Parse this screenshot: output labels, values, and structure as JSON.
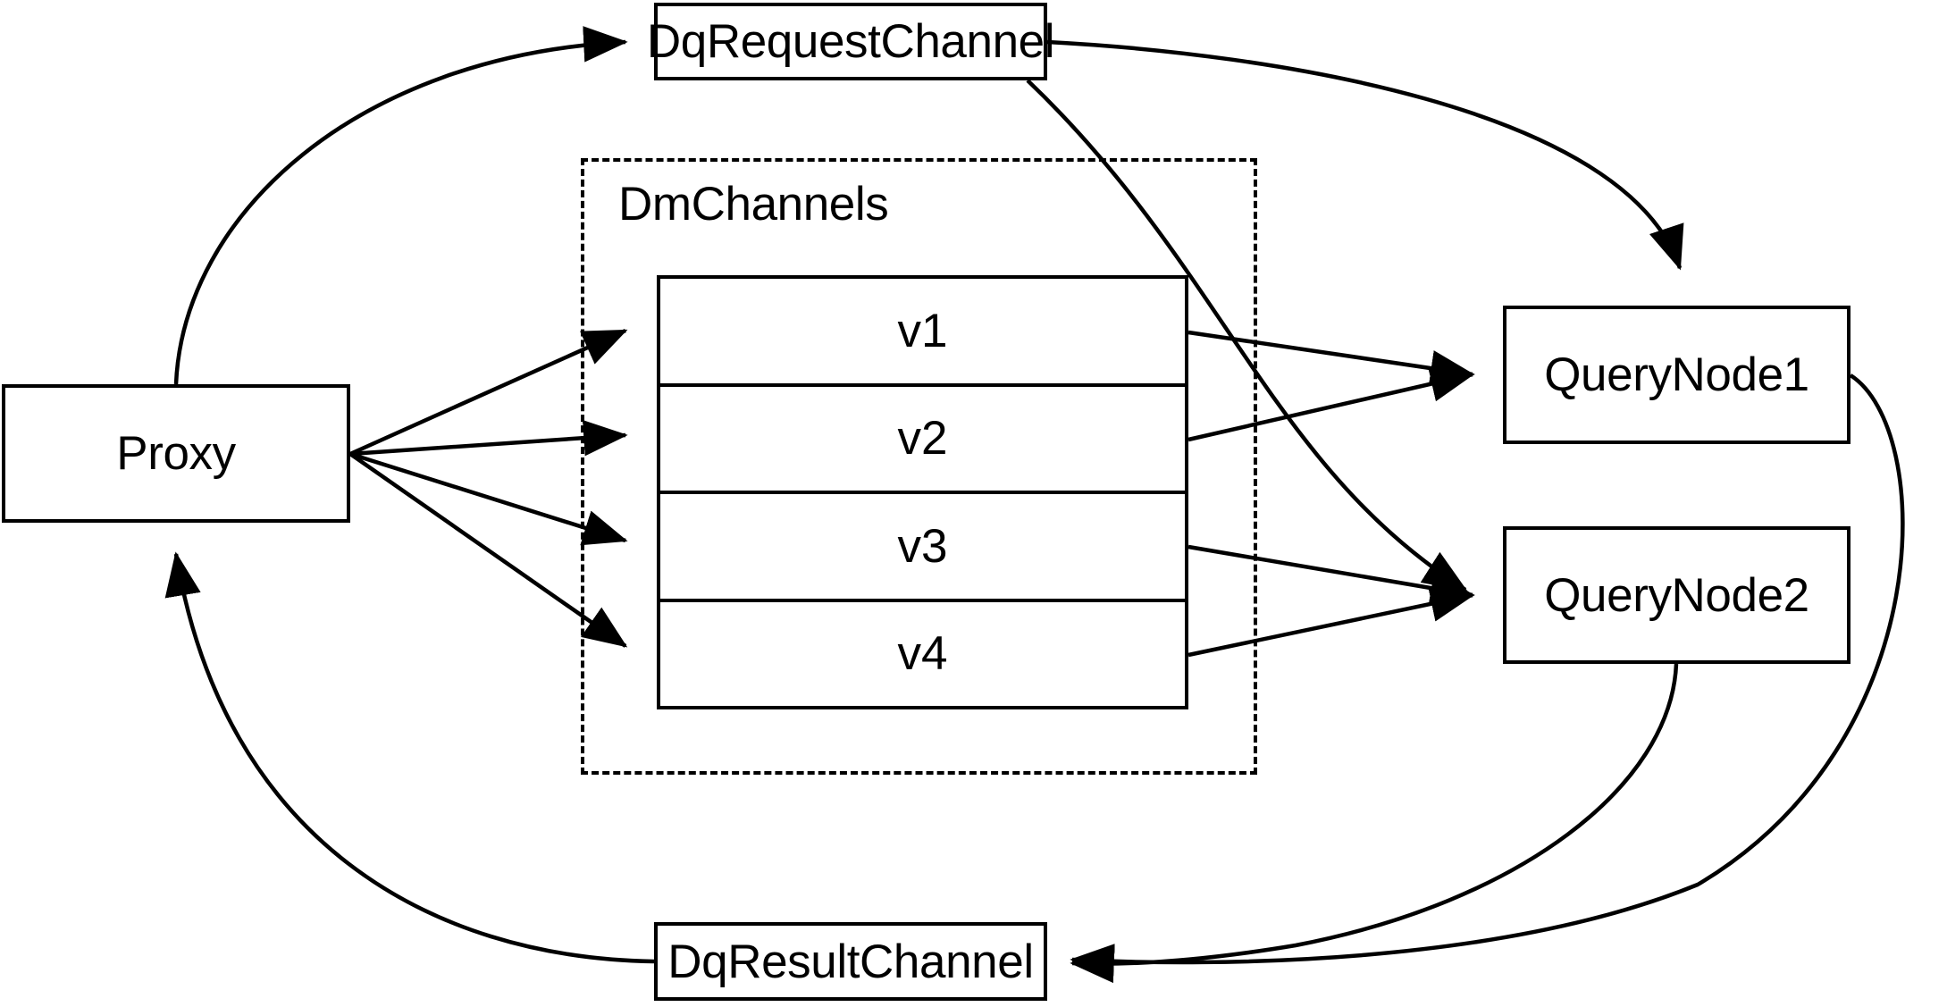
{
  "diagram": {
    "title": "Milvus distributed query channel flow",
    "stroke_color": "#000000",
    "background_color": "#ffffff",
    "nodes": {
      "proxy": {
        "label": "Proxy"
      },
      "dq_request_channel": {
        "label": "DqRequestChannel"
      },
      "dq_result_channel": {
        "label": "DqResultChannel"
      },
      "query_node_1": {
        "label": "QueryNode1"
      },
      "query_node_2": {
        "label": "QueryNode2"
      }
    },
    "group": {
      "dm_channels": {
        "label": "DmChannels",
        "border_style": "dashed",
        "channels": [
          {
            "label": "v1"
          },
          {
            "label": "v2"
          },
          {
            "label": "v3"
          },
          {
            "label": "v4"
          }
        ]
      }
    },
    "edges": [
      {
        "from": "Proxy",
        "to": "DqRequestChannel",
        "style": "curved",
        "arrow": "to"
      },
      {
        "from": "Proxy",
        "to": "v1",
        "style": "straight",
        "arrow": "to"
      },
      {
        "from": "Proxy",
        "to": "v2",
        "style": "straight",
        "arrow": "to"
      },
      {
        "from": "Proxy",
        "to": "v3",
        "style": "straight",
        "arrow": "to"
      },
      {
        "from": "Proxy",
        "to": "v4",
        "style": "straight",
        "arrow": "to"
      },
      {
        "from": "DqRequestChannel",
        "to": "QueryNode1",
        "style": "curved",
        "arrow": "to"
      },
      {
        "from": "DqRequestChannel",
        "to": "QueryNode2",
        "style": "curved",
        "arrow": "to"
      },
      {
        "from": "v1",
        "to": "QueryNode1",
        "style": "straight",
        "arrow": "to"
      },
      {
        "from": "v2",
        "to": "QueryNode1",
        "style": "straight",
        "arrow": "to"
      },
      {
        "from": "v3",
        "to": "QueryNode2",
        "style": "straight",
        "arrow": "to"
      },
      {
        "from": "v4",
        "to": "QueryNode2",
        "style": "straight",
        "arrow": "to"
      },
      {
        "from": "QueryNode1",
        "to": "DqResultChannel",
        "style": "curved",
        "arrow": "to"
      },
      {
        "from": "QueryNode2",
        "to": "DqResultChannel",
        "style": "curved",
        "arrow": "to"
      },
      {
        "from": "DqResultChannel",
        "to": "Proxy",
        "style": "curved",
        "arrow": "to"
      }
    ]
  }
}
